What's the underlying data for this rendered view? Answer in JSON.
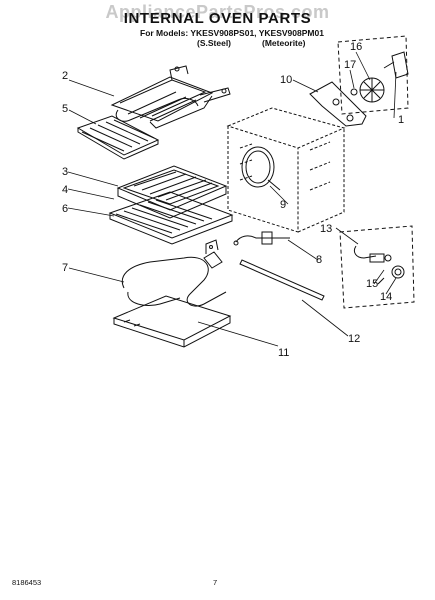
{
  "watermark": "AppliancePartsPros.com",
  "header": {
    "title": "INTERNAL OVEN PARTS",
    "models": "For Models: YKESV908PS01, YKESV908PM01",
    "variant_1": "(S.Steel)",
    "variant_2": "(Meteorite)"
  },
  "callouts": [
    "1",
    "2",
    "3",
    "4",
    "5",
    "6",
    "7",
    "8",
    "9",
    "10",
    "11",
    "12",
    "13",
    "14",
    "15",
    "16",
    "17"
  ],
  "footer": {
    "doc_code": "8186453",
    "page_number": "7"
  }
}
